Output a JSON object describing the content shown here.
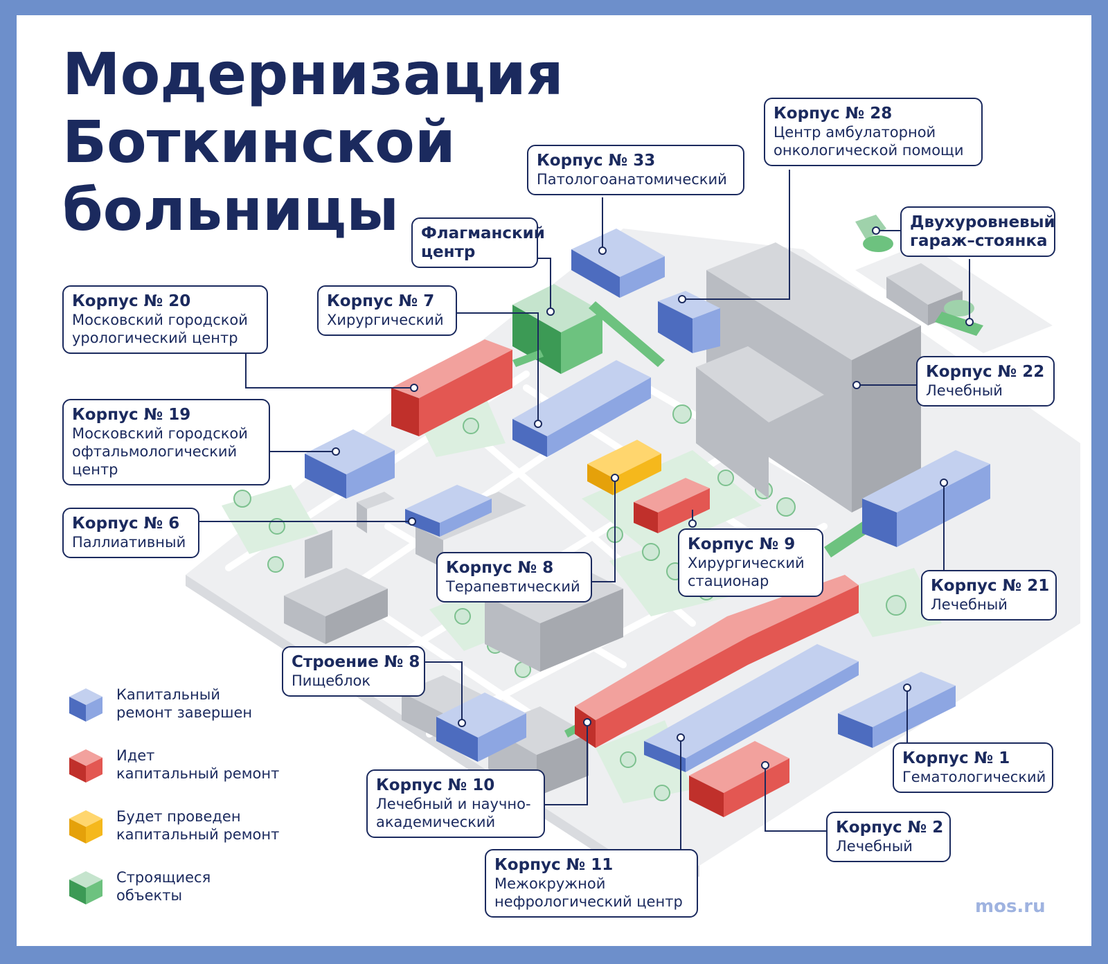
{
  "title_lines": [
    "Модернизация",
    "Боткинской",
    "больницы"
  ],
  "site_label": "mos.ru",
  "colors": {
    "completed": "#7f9ad8",
    "in_progress": "#d8433f",
    "planned": "#f2b312",
    "under_construction": "#54b16a",
    "existing": "#b9bcc2",
    "ink": "#1b2a5e"
  },
  "legend": [
    {
      "line1": "Капитальный",
      "line2": "ремонт завершен",
      "status": "completed"
    },
    {
      "line1": "Идет",
      "line2": "капитальный ремонт",
      "status": "in_progress"
    },
    {
      "line1": "Будет проведен",
      "line2": "капитальный ремонт",
      "status": "planned"
    },
    {
      "line1": "Строящиеся",
      "line2": "объекты",
      "status": "under_construction"
    }
  ],
  "callouts": {
    "k28": {
      "title": "Корпус № 28",
      "lines": [
        "Центр амбулаторной",
        "онкологической помощи"
      ],
      "status": "completed"
    },
    "k33": {
      "title": "Корпус № 33",
      "lines": [
        "Патологоанатомический"
      ],
      "status": "completed"
    },
    "flagship": {
      "title": "Флагманский",
      "lines": [
        "центр"
      ],
      "status": "under_construction"
    },
    "garage": {
      "title": "Двухуровневый",
      "lines": [
        "гараж–стоянка"
      ],
      "status": "under_construction"
    },
    "k20": {
      "title": "Корпус № 20",
      "lines": [
        "Московский городской",
        "урологический центр"
      ],
      "status": "in_progress"
    },
    "k7": {
      "title": "Корпус № 7",
      "lines": [
        "Хирургический"
      ],
      "status": "completed"
    },
    "k22": {
      "title": "Корпус № 22",
      "lines": [
        "Лечебный"
      ],
      "status": "existing"
    },
    "k19": {
      "title": "Корпус № 19",
      "lines": [
        "Московский городской",
        "офтальмологический",
        "центр"
      ],
      "status": "completed"
    },
    "k6": {
      "title": "Корпус № 6",
      "lines": [
        "Паллиативный"
      ],
      "status": "completed"
    },
    "k9": {
      "title": "Корпус № 9",
      "lines": [
        "Хирургический",
        "стационар"
      ],
      "status": "in_progress"
    },
    "k8": {
      "title": "Корпус № 8",
      "lines": [
        "Терапевтический"
      ],
      "status": "planned"
    },
    "k21": {
      "title": "Корпус № 21",
      "lines": [
        "Лечебный"
      ],
      "status": "completed"
    },
    "s8": {
      "title": "Строение № 8",
      "lines": [
        "Пищеблок"
      ],
      "status": "completed"
    },
    "k1": {
      "title": "Корпус № 1",
      "lines": [
        "Гематологический"
      ],
      "status": "completed"
    },
    "k10": {
      "title": "Корпус № 10",
      "lines": [
        "Лечебный и научно-",
        "академический"
      ],
      "status": "in_progress"
    },
    "k2": {
      "title": "Корпус № 2",
      "lines": [
        "Лечебный"
      ],
      "status": "in_progress"
    },
    "k11": {
      "title": "Корпус № 11",
      "lines": [
        "Межокружной",
        "нефрологический центр"
      ],
      "status": "completed"
    }
  }
}
